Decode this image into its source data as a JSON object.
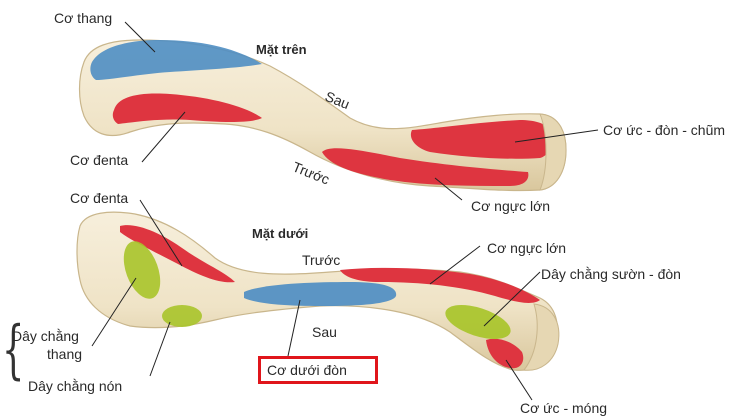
{
  "views": {
    "top": {
      "title": "Mặt trên"
    },
    "bottom": {
      "title": "Mặt dưới"
    }
  },
  "labels": {
    "co_thang": "Cơ thang",
    "co_denta_top": "Cơ đenta",
    "sau_top": "Sau",
    "truoc_top": "Trước",
    "co_uc_don_chum": "Cơ ức - đòn - chũm",
    "co_nguc_lon_top": "Cơ ngực lớn",
    "co_denta_bottom": "Cơ đenta",
    "truoc_bottom": "Trước",
    "co_nguc_lon_bottom": "Cơ ngực lớn",
    "day_chang_suon_don": "Dây chằng sườn - đòn",
    "sau_bottom": "Sau",
    "day_chang_thang_1": "Dây chằng",
    "day_chang_thang_2": "thang",
    "day_chang_non": "Dây chằng nón",
    "co_duoi_don": "Cơ dưới đòn",
    "co_uc_mong": "Cơ ức - móng"
  },
  "colors": {
    "bone": "#f1e7cf",
    "bone_shade": "#d8c8a2",
    "muscle_red": "#de3540",
    "muscle_blue": "#4f8ec3",
    "ligament_green": "#a8c42a",
    "highlight": "#e0151b"
  },
  "highlighted_label": "co_duoi_don"
}
